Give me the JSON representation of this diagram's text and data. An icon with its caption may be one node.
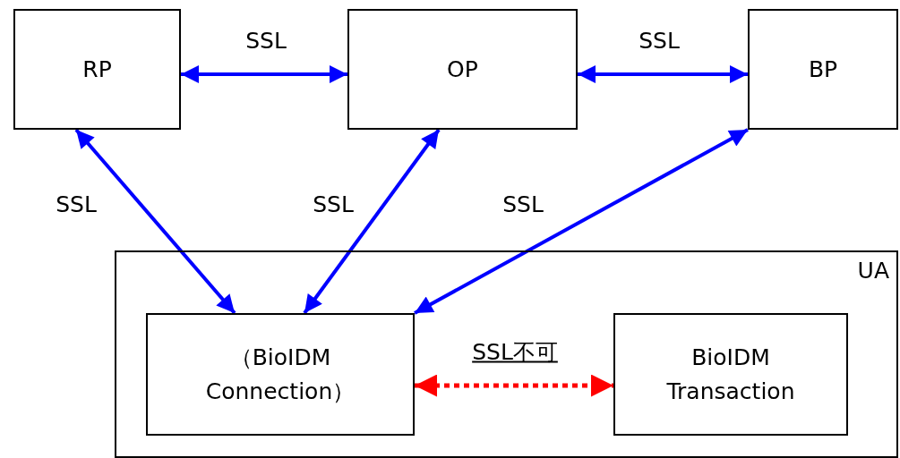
{
  "diagram": {
    "nodes": [
      {
        "text": [
          "RP"
        ]
      },
      {
        "text": [
          "OP"
        ]
      },
      {
        "text": [
          "BP"
        ]
      },
      {
        "text": [
          "UA"
        ]
      },
      {
        "text": [
          "（BioIDM Connection）"
        ],
        "in": 3
      },
      {
        "text": [
          "BioIDM Transaction"
        ],
        "in": 3
      }
    ],
    "edges": [
      {
        "from": 0,
        "to": 1,
        "arrow": "both",
        "label": "SSL"
      },
      {
        "from": 1,
        "to": 2,
        "arrow": "both",
        "label": "SSL"
      },
      {
        "from": 0,
        "to": 4,
        "arrow": "both",
        "label": "SSL"
      },
      {
        "from": 1,
        "to": 4,
        "arrow": "both",
        "label": "SSL"
      },
      {
        "from": 2,
        "to": 4,
        "arrow": "both",
        "label": "SSL"
      },
      {
        "from": 4,
        "to": 5,
        "arrow": "both",
        "label": "SSL不可",
        "style": "dashed",
        "color": "#ff0000"
      }
    ]
  }
}
